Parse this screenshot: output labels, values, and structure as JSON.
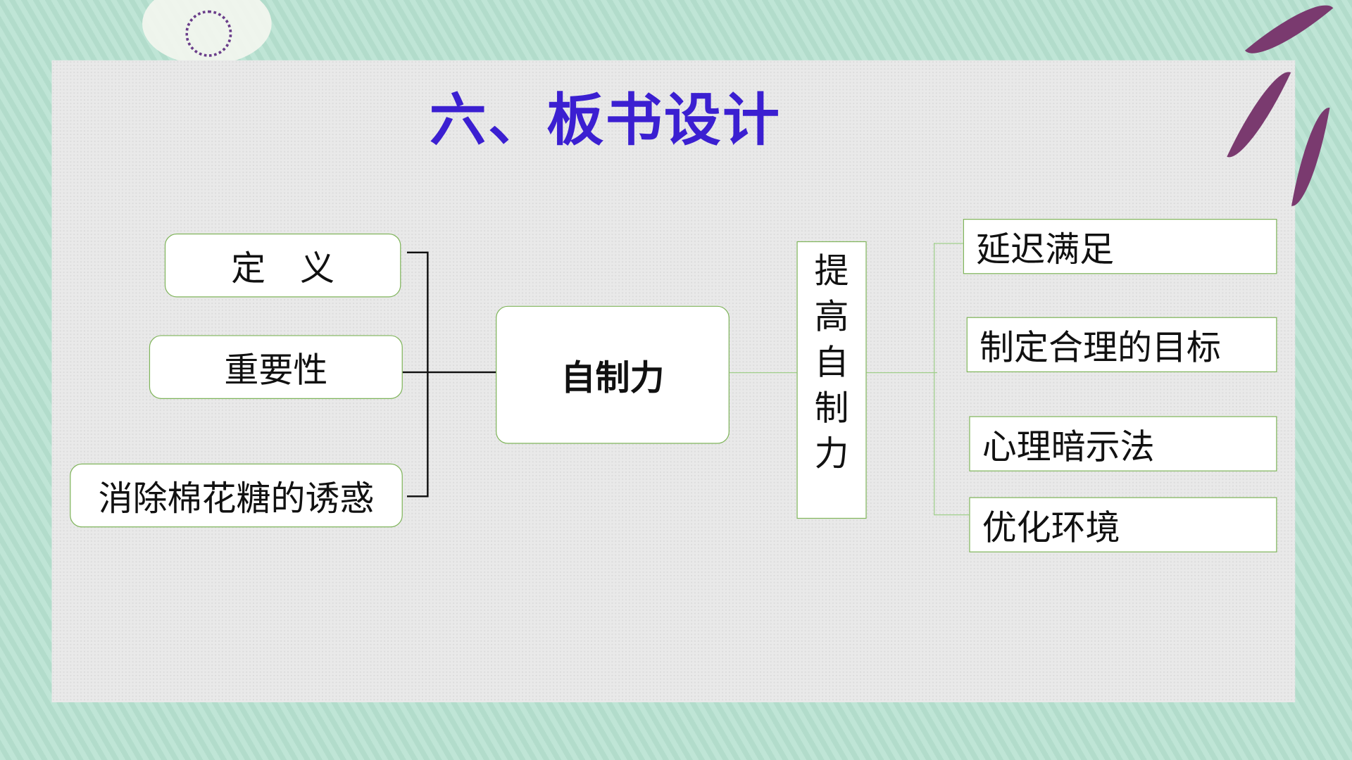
{
  "title": "六、板书设计",
  "left_items": [
    "定　义",
    "重要性",
    "消除棉花糖的诱惑"
  ],
  "center": "自制力",
  "middle_vertical": [
    "提",
    "高",
    "自",
    "制",
    "力"
  ],
  "right_items": [
    "延迟满足",
    "制定合理的目标",
    "心理暗示法",
    "优化环境"
  ],
  "colors": {
    "title": "#3b1fd1",
    "border": "#7fb45a",
    "background": "#b9e2d2"
  }
}
